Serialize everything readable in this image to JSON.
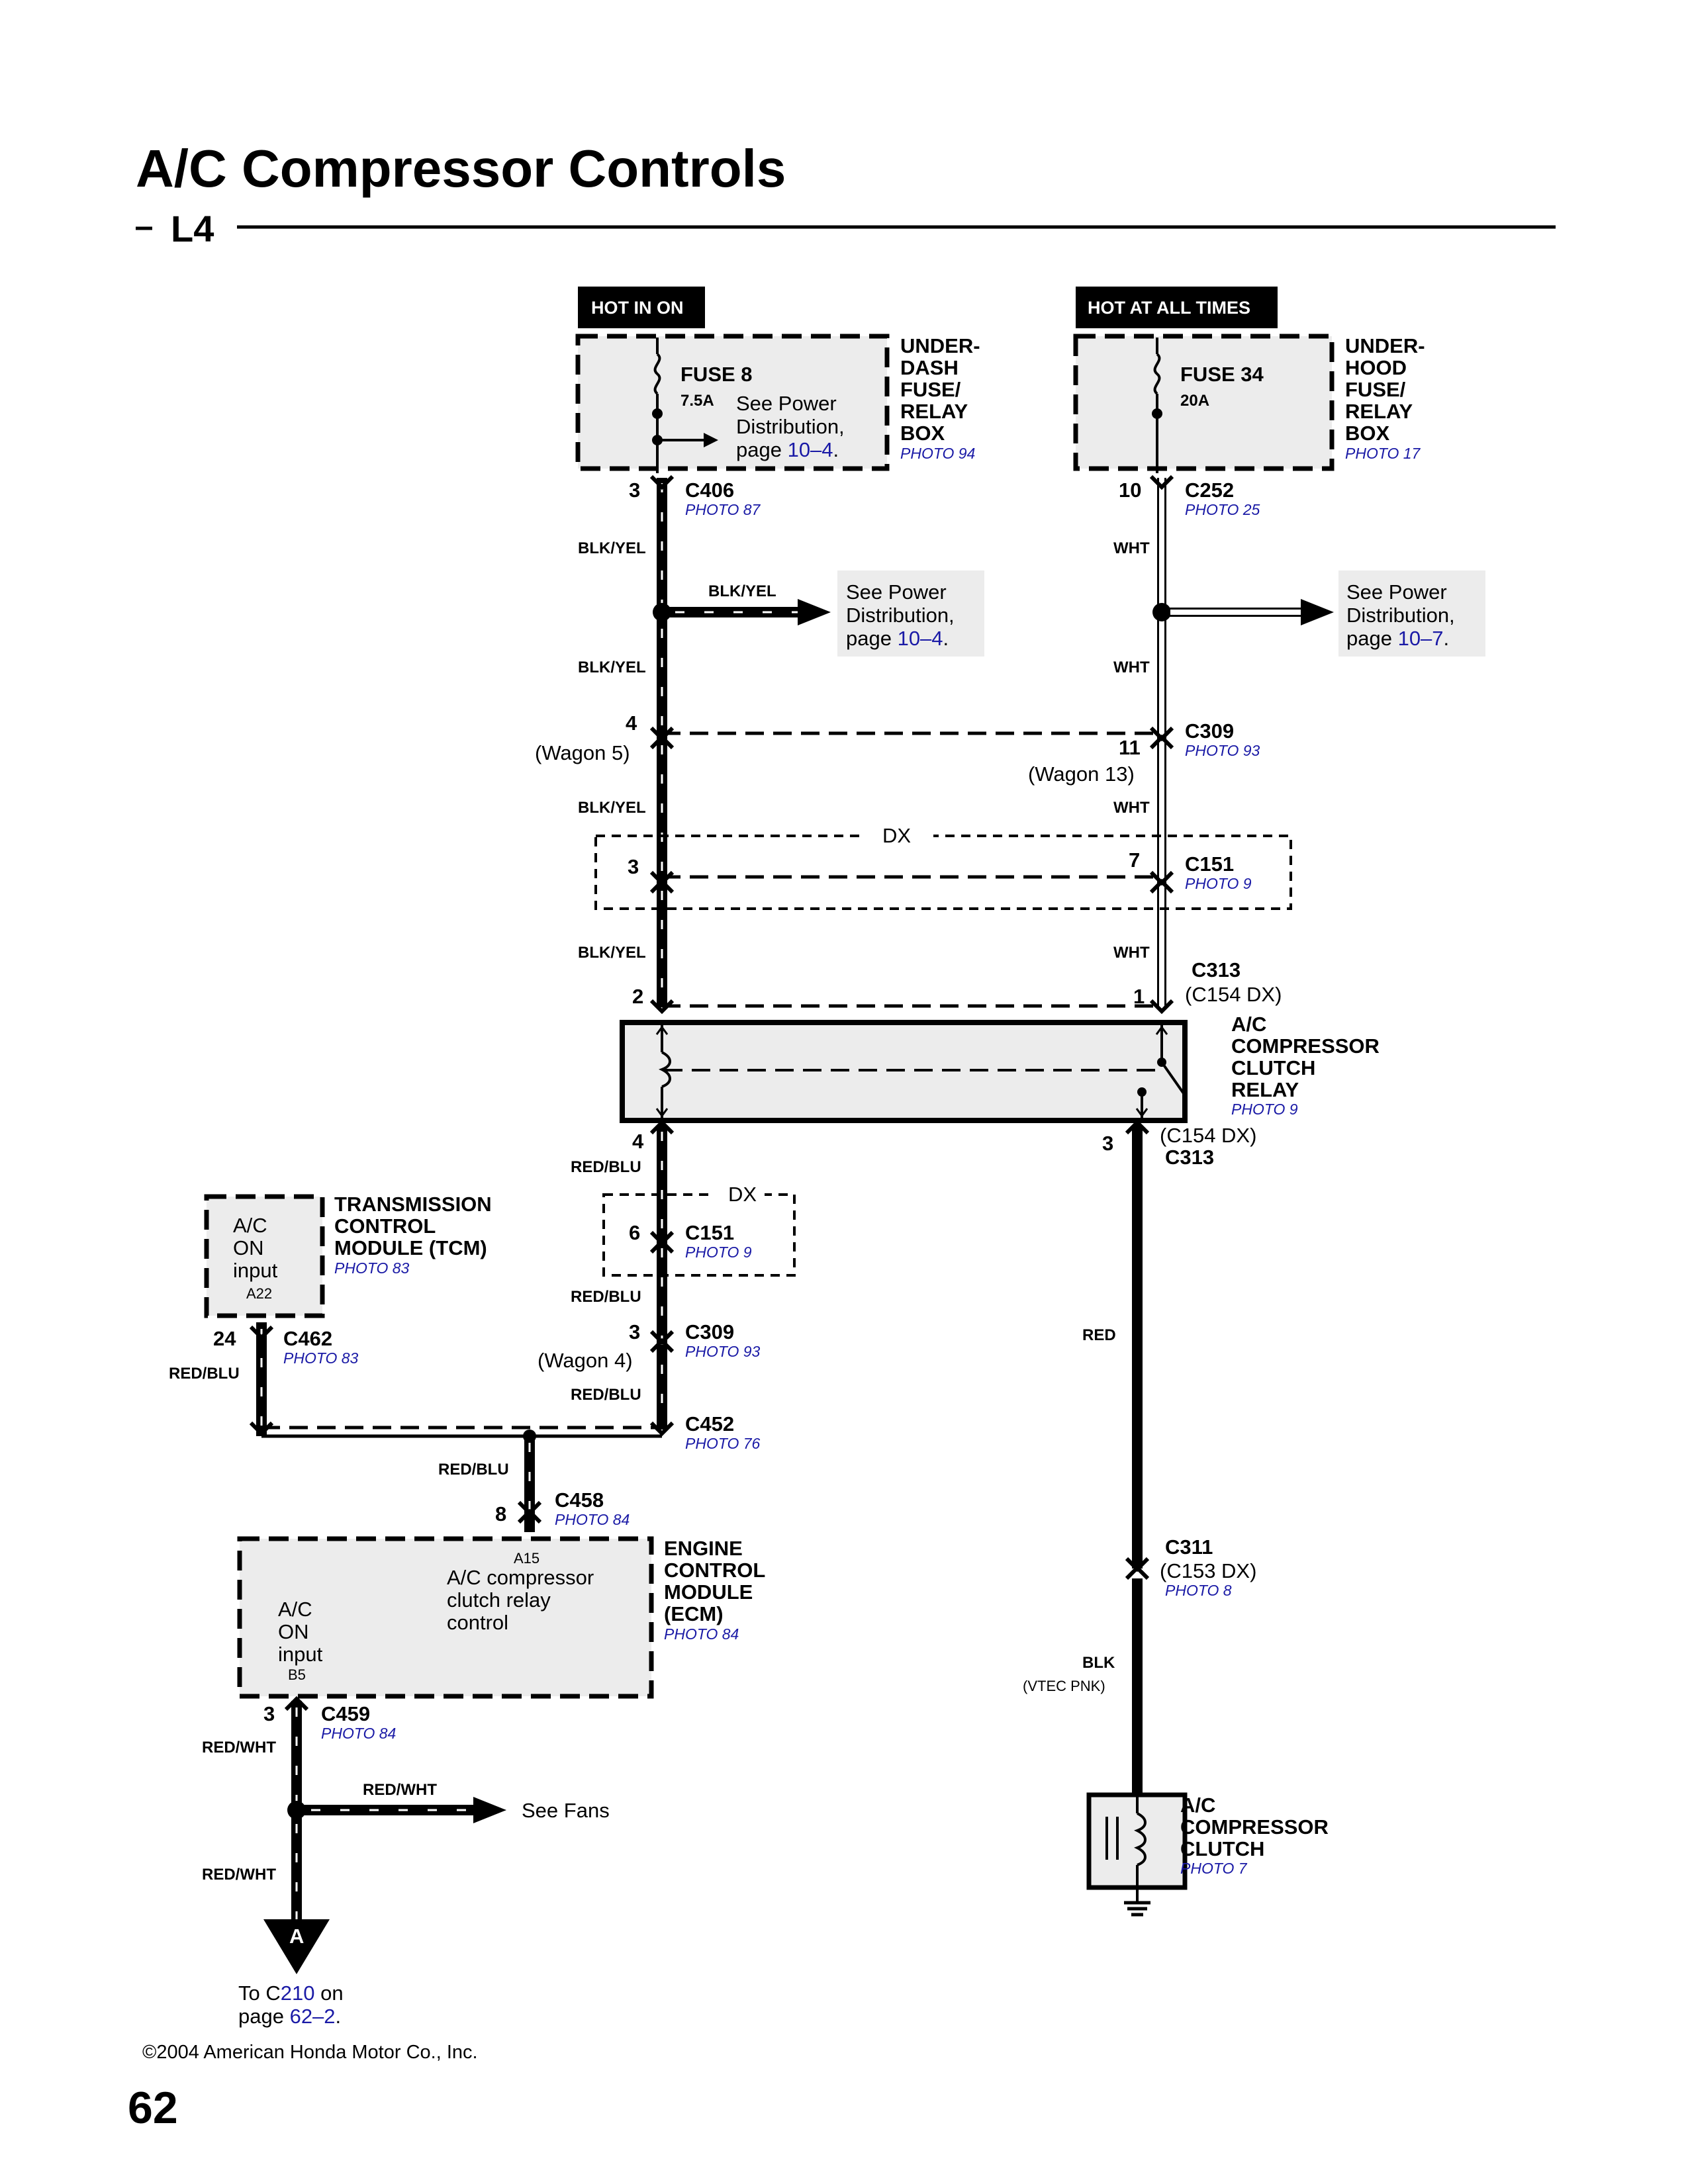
{
  "page": {
    "title": "A/C Compressor Controls",
    "subtitle": "L4",
    "page_number": "62",
    "copyright": "©2004 American Honda Motor Co., Inc."
  },
  "labels": {
    "hot_in_on": "HOT IN ON",
    "hot_at_all_times": "HOT AT ALL TIMES",
    "dx": "DX"
  },
  "underdash_box": {
    "name_lines": [
      "UNDER-",
      "DASH",
      "FUSE/",
      "RELAY",
      "BOX"
    ],
    "photo": "PHOTO 94",
    "fuse": "FUSE 8",
    "rating": "7.5A",
    "note_lines": [
      "See Power",
      "Distribution,"
    ],
    "note_page_prefix": "page ",
    "note_page": "10–4",
    "note_suffix": "."
  },
  "underhood_box": {
    "name_lines": [
      "UNDER-",
      "HOOD",
      "FUSE/",
      "RELAY",
      "BOX"
    ],
    "photo": "PHOTO 17",
    "fuse": "FUSE 34",
    "rating": "20A"
  },
  "connectors": {
    "c406": {
      "name": "C406",
      "photo": "PHOTO 87",
      "pin": "3"
    },
    "c252": {
      "name": "C252",
      "photo": "PHOTO 25",
      "pin": "10"
    },
    "c309_top": {
      "name": "C309",
      "photo": "PHOTO 93",
      "pin_left": "4",
      "wagon_left": "(Wagon 5)",
      "pin_right": "11",
      "wagon_right": "(Wagon 13)"
    },
    "c151_top": {
      "name": "C151",
      "photo": "PHOTO 9",
      "pin_left": "3",
      "pin_right": "7"
    },
    "c313_top": {
      "name": "C313",
      "alt": "(C154 DX)",
      "pin_left": "2",
      "pin_right": "1"
    },
    "c313_bottom": {
      "name": "C313",
      "alt": "(C154 DX)",
      "pin": "3"
    },
    "relay_out_pin": "4",
    "c151_mid": {
      "name": "C151",
      "photo": "PHOTO 9",
      "pin": "6"
    },
    "c309_mid": {
      "name": "C309",
      "photo": "PHOTO 93",
      "pin": "3",
      "wagon": "(Wagon 4)"
    },
    "c452": {
      "name": "C452",
      "photo": "PHOTO 76"
    },
    "c462": {
      "name": "C462",
      "photo": "PHOTO 83",
      "pin": "24"
    },
    "c458": {
      "name": "C458",
      "photo": "PHOTO 84",
      "pin": "8"
    },
    "c459": {
      "name": "C459",
      "photo": "PHOTO 84",
      "pin": "3"
    },
    "c311": {
      "name": "C311",
      "alt": "(C153 DX)",
      "photo": "PHOTO 8"
    }
  },
  "wires": {
    "blk_yel": "BLK/YEL",
    "wht": "WHT",
    "red_blu": "RED/BLU",
    "red": "RED",
    "red_wht": "RED/WHT",
    "blk": "BLK",
    "vtec": "(VTEC PNK)"
  },
  "see_power_left": {
    "lines": [
      "See Power",
      "Distribution,"
    ],
    "page_prefix": "page ",
    "page": "10–4",
    "suffix": "."
  },
  "see_power_right": {
    "lines": [
      "See Power",
      "Distribution,"
    ],
    "page_prefix": "page ",
    "page": "10–7",
    "suffix": "."
  },
  "relay": {
    "name_lines": [
      "A/C",
      "COMPRESSOR",
      "CLUTCH",
      "RELAY"
    ],
    "photo": "PHOTO 9"
  },
  "tcm": {
    "name_lines": [
      "TRANSMISSION",
      "CONTROL",
      "MODULE (TCM)"
    ],
    "photo": "PHOTO 83",
    "input_lines": [
      "A/C",
      "ON",
      "input"
    ],
    "terminal": "A22"
  },
  "ecm": {
    "name_lines": [
      "ENGINE",
      "CONTROL",
      "MODULE",
      "(ECM)"
    ],
    "photo": "PHOTO 84",
    "input_lines": [
      "A/C",
      "ON",
      "input"
    ],
    "input_terminal": "B5",
    "output_terminal": "A15",
    "output_lines": [
      "A/C compressor",
      "clutch relay",
      "control"
    ]
  },
  "see_fans": "See Fans",
  "offpage": {
    "letter": "A",
    "line1_prefix": "To C",
    "line1_link": "210",
    "line1_suffix": " on",
    "line2_prefix": "page ",
    "line2_link": "62–2",
    "line2_suffix": "."
  },
  "clutch": {
    "name_lines": [
      "A/C",
      "COMPRESSOR",
      "CLUTCH"
    ],
    "photo": "PHOTO 7"
  }
}
